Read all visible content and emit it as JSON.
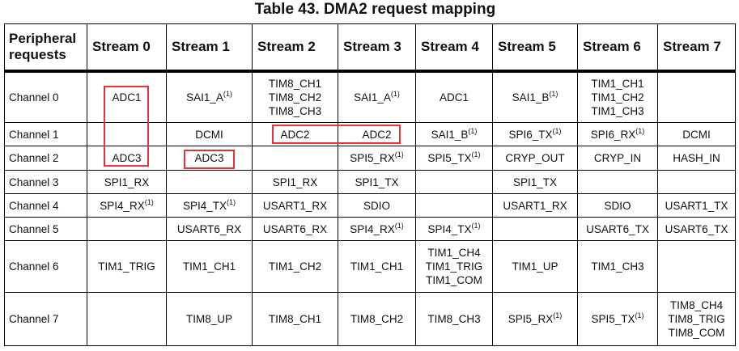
{
  "title": "Table 43. DMA2 request mapping",
  "columns": [
    "Peripheral requests",
    "Stream 0",
    "Stream 1",
    "Stream 2",
    "Stream 3",
    "Stream 4",
    "Stream 5",
    "Stream 6",
    "Stream 7"
  ],
  "rows": [
    {
      "label": "Channel 0",
      "cells": [
        [
          {
            "t": "ADC1"
          }
        ],
        [
          {
            "t": "SAI1_A",
            "sup": "(1)"
          }
        ],
        [
          {
            "t": "TIM8_CH1"
          },
          {
            "t": "TIM8_CH2"
          },
          {
            "t": "TIM8_CH3"
          }
        ],
        [
          {
            "t": "SAI1_A",
            "sup": "(1)"
          }
        ],
        [
          {
            "t": "ADC1"
          }
        ],
        [
          {
            "t": "SAI1_B",
            "sup": "(1)"
          }
        ],
        [
          {
            "t": "TIM1_CH1"
          },
          {
            "t": "TIM1_CH2"
          },
          {
            "t": "TIM1_CH3"
          }
        ],
        []
      ]
    },
    {
      "label": "Channel 1",
      "cells": [
        [],
        [
          {
            "t": "DCMI"
          }
        ],
        [
          {
            "t": "ADC2"
          }
        ],
        [
          {
            "t": "ADC2"
          }
        ],
        [
          {
            "t": "SAI1_B",
            "sup": "(1)"
          }
        ],
        [
          {
            "t": "SPI6_TX",
            "sup": "(1)"
          }
        ],
        [
          {
            "t": "SPI6_RX",
            "sup": "(1)"
          }
        ],
        [
          {
            "t": "DCMI"
          }
        ]
      ]
    },
    {
      "label": "Channel 2",
      "cells": [
        [
          {
            "t": "ADC3"
          }
        ],
        [
          {
            "t": "ADC3"
          }
        ],
        [],
        [
          {
            "t": "SPI5_RX",
            "sup": "(1)"
          }
        ],
        [
          {
            "t": "SPI5_TX",
            "sup": "(1)"
          }
        ],
        [
          {
            "t": "CRYP_OUT"
          }
        ],
        [
          {
            "t": "CRYP_IN"
          }
        ],
        [
          {
            "t": "HASH_IN"
          }
        ]
      ]
    },
    {
      "label": "Channel 3",
      "cells": [
        [
          {
            "t": "SPI1_RX"
          }
        ],
        [],
        [
          {
            "t": "SPI1_RX"
          }
        ],
        [
          {
            "t": "SPI1_TX"
          }
        ],
        [],
        [
          {
            "t": "SPI1_TX"
          }
        ],
        [],
        []
      ]
    },
    {
      "label": "Channel 4",
      "cells": [
        [
          {
            "t": "SPI4_RX",
            "sup": "(1)"
          }
        ],
        [
          {
            "t": "SPI4_TX",
            "sup": "(1)"
          }
        ],
        [
          {
            "t": "USART1_RX"
          }
        ],
        [
          {
            "t": "SDIO"
          }
        ],
        [],
        [
          {
            "t": "USART1_RX"
          }
        ],
        [
          {
            "t": "SDIO"
          }
        ],
        [
          {
            "t": "USART1_TX"
          }
        ]
      ]
    },
    {
      "label": "Channel 5",
      "cells": [
        [],
        [
          {
            "t": "USART6_RX"
          }
        ],
        [
          {
            "t": "USART6_RX"
          }
        ],
        [
          {
            "t": "SPI4_RX",
            "sup": "(1)"
          }
        ],
        [
          {
            "t": "SPI4_TX",
            "sup": "(1)"
          }
        ],
        [],
        [
          {
            "t": "USART6_TX"
          }
        ],
        [
          {
            "t": "USART6_TX"
          }
        ]
      ]
    },
    {
      "label": "Channel 6",
      "cells": [
        [
          {
            "t": "TIM1_TRIG"
          }
        ],
        [
          {
            "t": "TIM1_CH1"
          }
        ],
        [
          {
            "t": "TIM1_CH2"
          }
        ],
        [
          {
            "t": "TIM1_CH1"
          }
        ],
        [
          {
            "t": "TIM1_CH4"
          },
          {
            "t": "TIM1_TRIG"
          },
          {
            "t": "TIM1_COM"
          }
        ],
        [
          {
            "t": "TIM1_UP"
          }
        ],
        [
          {
            "t": "TIM1_CH3"
          }
        ],
        []
      ]
    },
    {
      "label": "Channel 7",
      "cells": [
        [],
        [
          {
            "t": "TIM8_UP"
          }
        ],
        [
          {
            "t": "TIM8_CH1"
          }
        ],
        [
          {
            "t": "TIM8_CH2"
          }
        ],
        [
          {
            "t": "TIM8_CH3"
          }
        ],
        [
          {
            "t": "SPI5_RX",
            "sup": "(1)"
          }
        ],
        [
          {
            "t": "SPI5_TX",
            "sup": "(1)"
          }
        ],
        [
          {
            "t": "TIM8_CH4"
          },
          {
            "t": "TIM8_TRIG"
          },
          {
            "t": "TIM8_COM"
          }
        ]
      ]
    }
  ],
  "highlight_color": "#e8323a"
}
